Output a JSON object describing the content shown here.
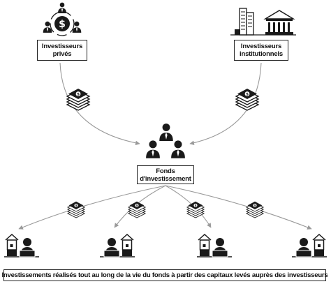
{
  "labels": {
    "private_investors": "Investisseurs privés",
    "institutional_investors": "Investisseurs institutionnels",
    "fund": "Fonds d'investissement",
    "caption": "Investissements réalisés tout au long de la vie du fonds à partir des capitaux levés auprès des investisseurs"
  },
  "icons": {
    "private": "investor-group-dollar-icon",
    "institutional": "buildings-bank-icon",
    "fund": "people-group-icon",
    "money": "money-stack-icon",
    "companies": "company-building-person-icon"
  },
  "colors": {
    "ink": "#1a1a1a",
    "arrow": "#9a9a9a",
    "border": "#222222"
  }
}
